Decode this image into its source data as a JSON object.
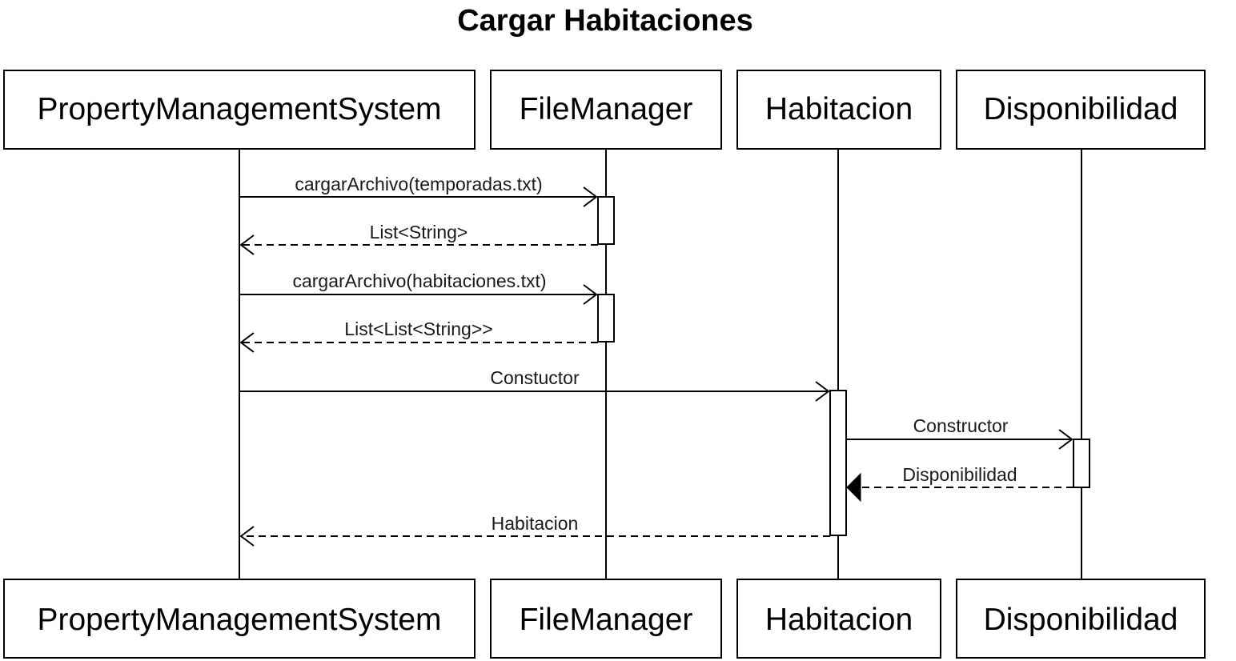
{
  "diagram": {
    "title": "Cargar Habitaciones",
    "participants": [
      {
        "id": "pms",
        "label": "PropertyManagementSystem"
      },
      {
        "id": "fm",
        "label": "FileManager"
      },
      {
        "id": "hab",
        "label": "Habitacion"
      },
      {
        "id": "disp",
        "label": "Disponibilidad"
      }
    ],
    "messages": [
      {
        "id": "m1",
        "from": "pms",
        "to": "fm",
        "label": "cargarArchivo(temporadas.txt)",
        "kind": "sync"
      },
      {
        "id": "m2",
        "from": "fm",
        "to": "pms",
        "label": "List<String>",
        "kind": "return"
      },
      {
        "id": "m3",
        "from": "pms",
        "to": "fm",
        "label": "cargarArchivo(habitaciones.txt)",
        "kind": "sync"
      },
      {
        "id": "m4",
        "from": "fm",
        "to": "pms",
        "label": "List<List<String>>",
        "kind": "return"
      },
      {
        "id": "m5",
        "from": "pms",
        "to": "hab",
        "label": "Constuctor",
        "kind": "sync"
      },
      {
        "id": "m6",
        "from": "hab",
        "to": "disp",
        "label": "Constructor",
        "kind": "sync"
      },
      {
        "id": "m7",
        "from": "disp",
        "to": "hab",
        "label": "Disponibilidad",
        "kind": "return-filled"
      },
      {
        "id": "m8",
        "from": "hab",
        "to": "pms",
        "label": "Habitacion",
        "kind": "return"
      }
    ]
  }
}
